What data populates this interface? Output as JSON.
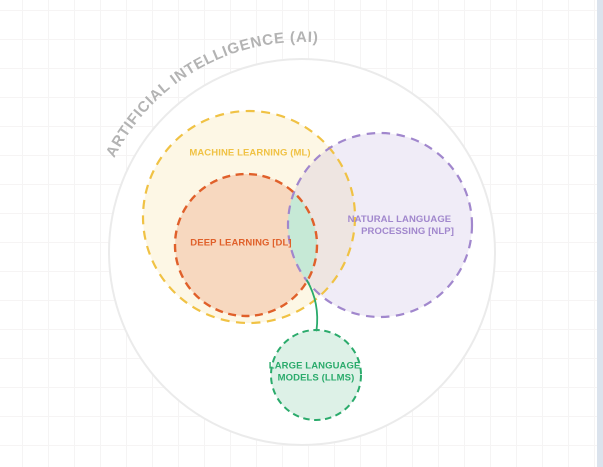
{
  "canvas": {
    "background_color": "#ffffff",
    "grid_line_color": "#f5f4f4",
    "right_strip_color": "#dbe3ed"
  },
  "venn": {
    "title": "ARTIFICIAL INTELLIGENCE (AI)",
    "title_color": "#b3b3b3",
    "outer_border_color": "#ebebeb",
    "sets": {
      "ml": {
        "label": "MACHINE LEARNING (ML)",
        "color": "#f0c244"
      },
      "dl": {
        "label": "DEEP LEARNING [DL]",
        "color": "#e0602a"
      },
      "nlp": {
        "label_line1": "NATURAL LANGUAGE",
        "label_line2": "PROCESSING [NLP]",
        "color": "#a187cd"
      },
      "llm": {
        "label_line1": "LARGE LANGUAGE",
        "label_line2": "MODELS (LLMS)",
        "color": "#2bab6c"
      }
    },
    "intersection_color": "#c6e9d6",
    "connector_color": "#2bab6c"
  }
}
